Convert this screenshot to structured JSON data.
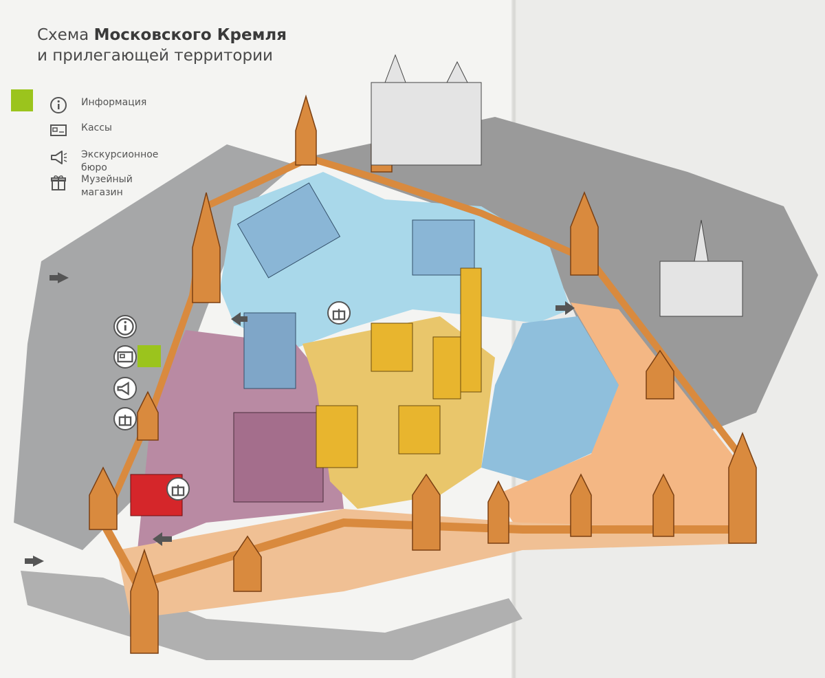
{
  "title": {
    "prefix": "Схема ",
    "bold": "Московского Кремля",
    "line2": "и прилегающей территории"
  },
  "legend": {
    "items": [
      {
        "icon": "info-icon",
        "label": "Информация"
      },
      {
        "icon": "ticket-office-icon",
        "label": "Кассы"
      },
      {
        "icon": "megaphone-icon",
        "label": "Экскурсионное бюро"
      },
      {
        "icon": "gift-icon",
        "label": "Музейный\nмагазин"
      }
    ],
    "highlight_color": "#9bc41d"
  },
  "zones": {
    "wall": "#d98a3e",
    "garden": "#9ea0a2",
    "north": "#a9d8ea",
    "west": "#b98aa3",
    "center": "#e9c66b",
    "east": "#f4b784",
    "outside": "#8f8f8f",
    "shop": "#d5262a"
  }
}
